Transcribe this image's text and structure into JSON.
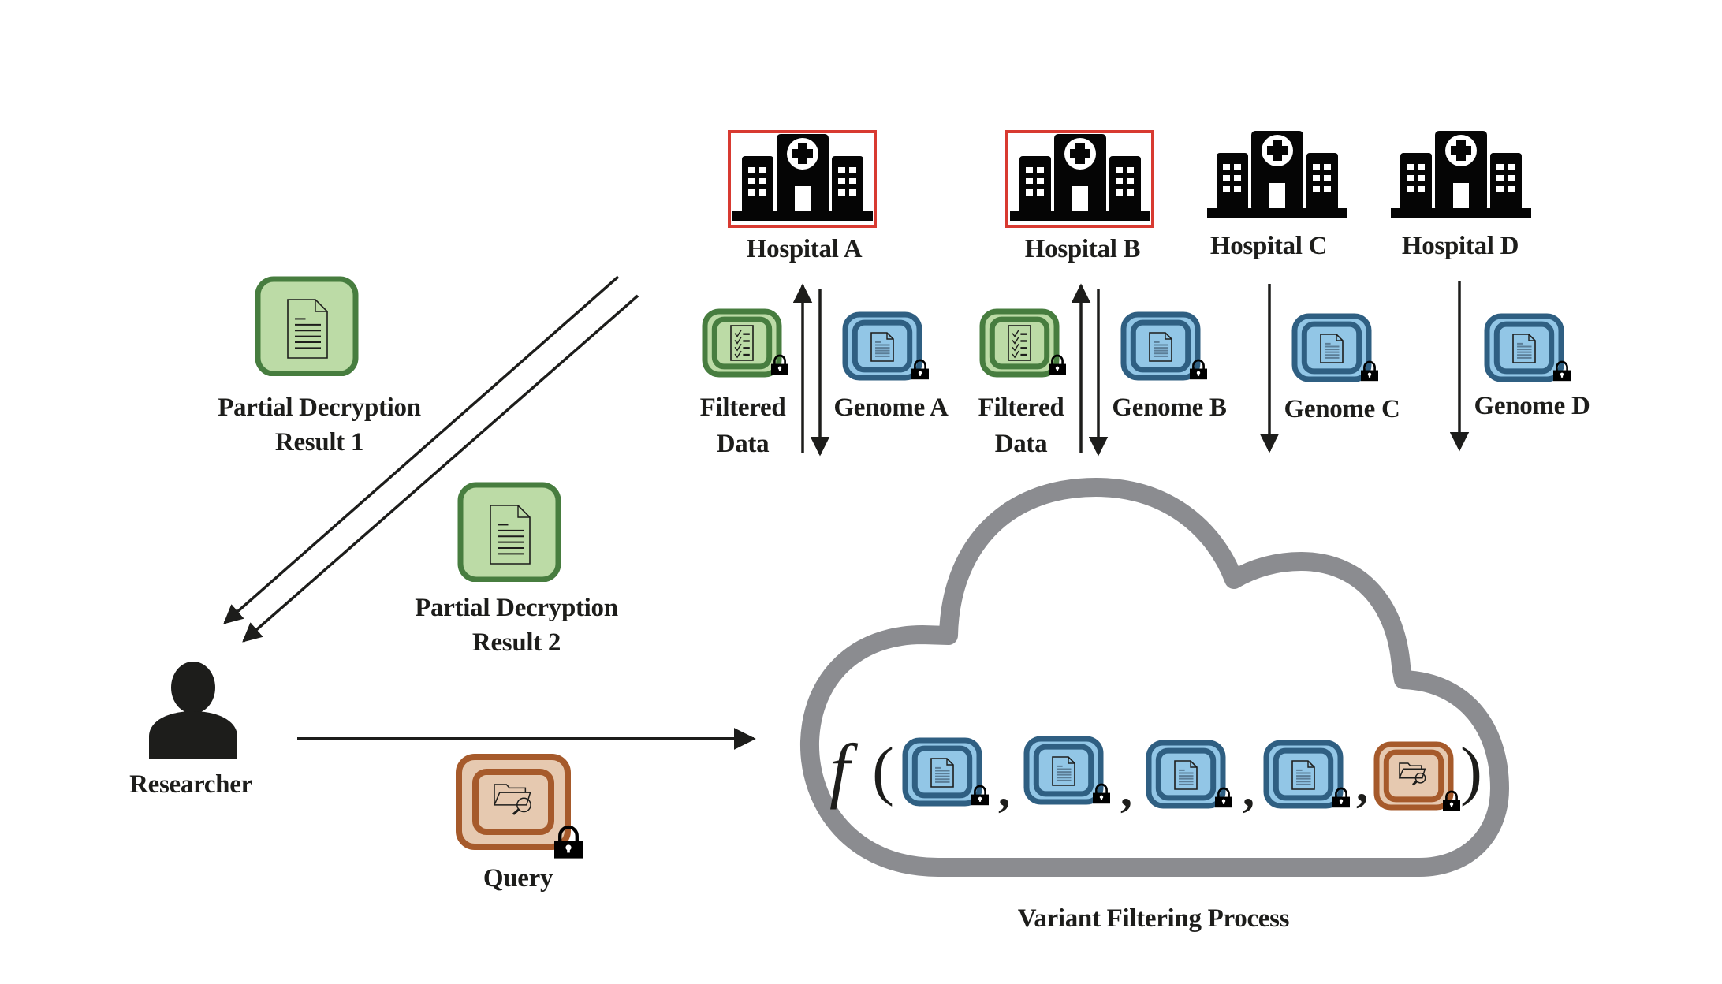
{
  "colors": {
    "hospital_highlight": "#d83a31",
    "genome_outer": "#2f5f82",
    "genome_fill": "#92c6e6",
    "filtered_outer": "#477d3f",
    "filtered_fill": "#bcdba6",
    "query_outer": "#a65a2b",
    "query_fill": "#e6c9b0",
    "cloud_stroke": "#8b8c90",
    "ink": "#1d1d1b"
  },
  "hospitals": [
    {
      "id": "A",
      "label": "Hospital A",
      "highlighted": true,
      "icon": "hospital-icon"
    },
    {
      "id": "B",
      "label": "Hospital B",
      "highlighted": true,
      "icon": "hospital-icon"
    },
    {
      "id": "C",
      "label": "Hospital C",
      "highlighted": false,
      "icon": "hospital-icon"
    },
    {
      "id": "D",
      "label": "Hospital D",
      "highlighted": false,
      "icon": "hospital-icon"
    }
  ],
  "data_items": {
    "filtered_a": {
      "line1": "Filtered",
      "line2": "Data",
      "icon": "checklist-icon",
      "locked": true
    },
    "filtered_b": {
      "line1": "Filtered",
      "line2": "Data",
      "icon": "checklist-icon",
      "locked": true
    },
    "genome_a": {
      "label": "Genome A",
      "icon": "document-icon",
      "locked": true
    },
    "genome_b": {
      "label": "Genome B",
      "icon": "document-icon",
      "locked": true
    },
    "genome_c": {
      "label": "Genome C",
      "icon": "document-icon",
      "locked": true
    },
    "genome_d": {
      "label": "Genome D",
      "icon": "document-icon",
      "locked": true
    }
  },
  "partial_results": [
    {
      "line1": "Partial Decryption",
      "line2": "Result 1",
      "icon": "document-icon"
    },
    {
      "line1": "Partial Decryption",
      "line2": "Result 2",
      "icon": "document-icon"
    }
  ],
  "researcher": {
    "label": "Researcher",
    "icon": "person-icon"
  },
  "query": {
    "label": "Query",
    "icon": "folder-search-icon",
    "locked": true
  },
  "cloud": {
    "caption": "Variant Filtering Process",
    "formula": {
      "function": "f",
      "open": "(",
      "close": ")",
      "separator": ",",
      "args": [
        "genome-encrypted",
        "genome-encrypted",
        "genome-encrypted",
        "genome-encrypted",
        "query-encrypted"
      ]
    }
  }
}
